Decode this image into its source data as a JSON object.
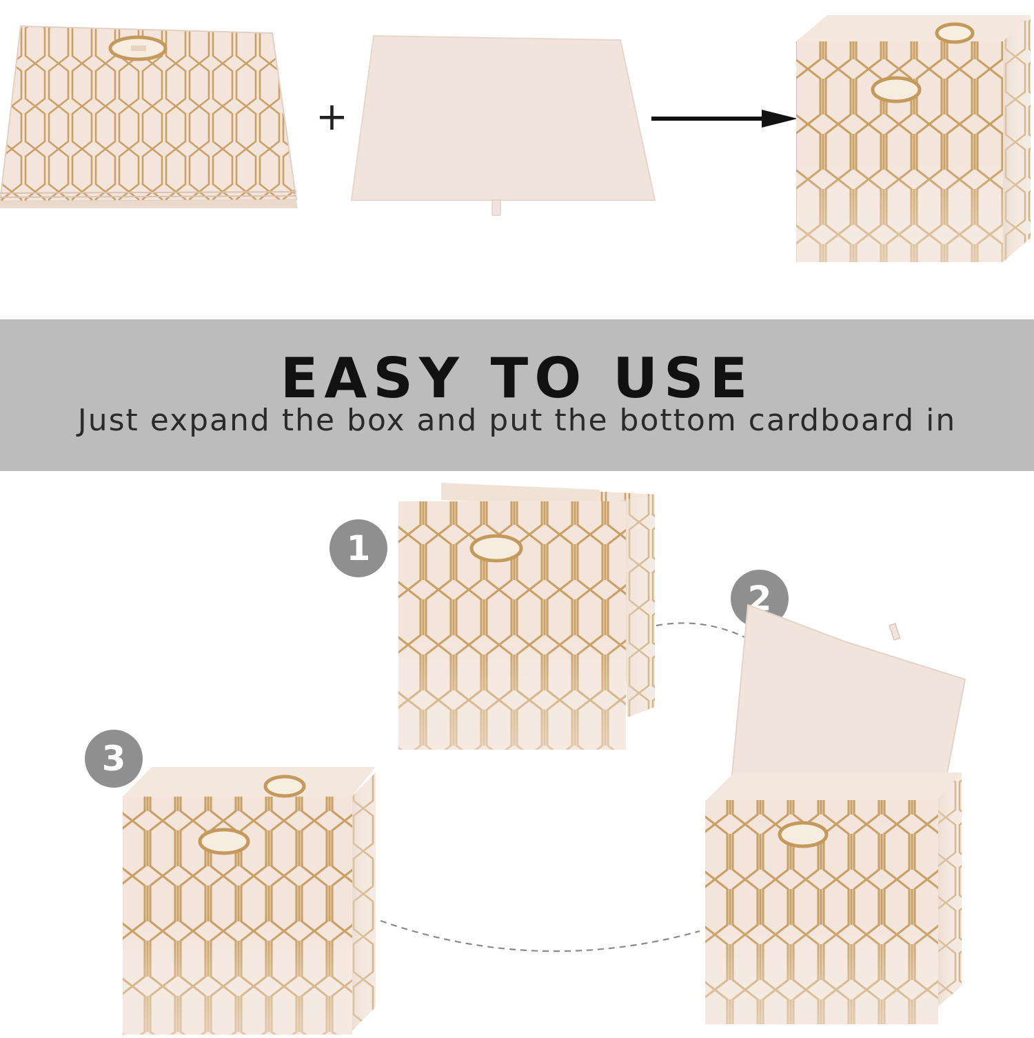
{
  "banner": {
    "title": "EASY TO USE",
    "subtitle": "Just expand the box and put the bottom cardboard in"
  },
  "top_row": {
    "plus_symbol": "+",
    "arrow_icon": "right-arrow-icon"
  },
  "steps": [
    {
      "number": "1"
    },
    {
      "number": "2"
    },
    {
      "number": "3"
    }
  ],
  "colors": {
    "fabric": "#f3e5dc",
    "gold_pattern": "#c9a066",
    "board": "#f1e4dc",
    "banner_bg": "#bcbcbc",
    "badge_bg": "#8f8f8f"
  }
}
